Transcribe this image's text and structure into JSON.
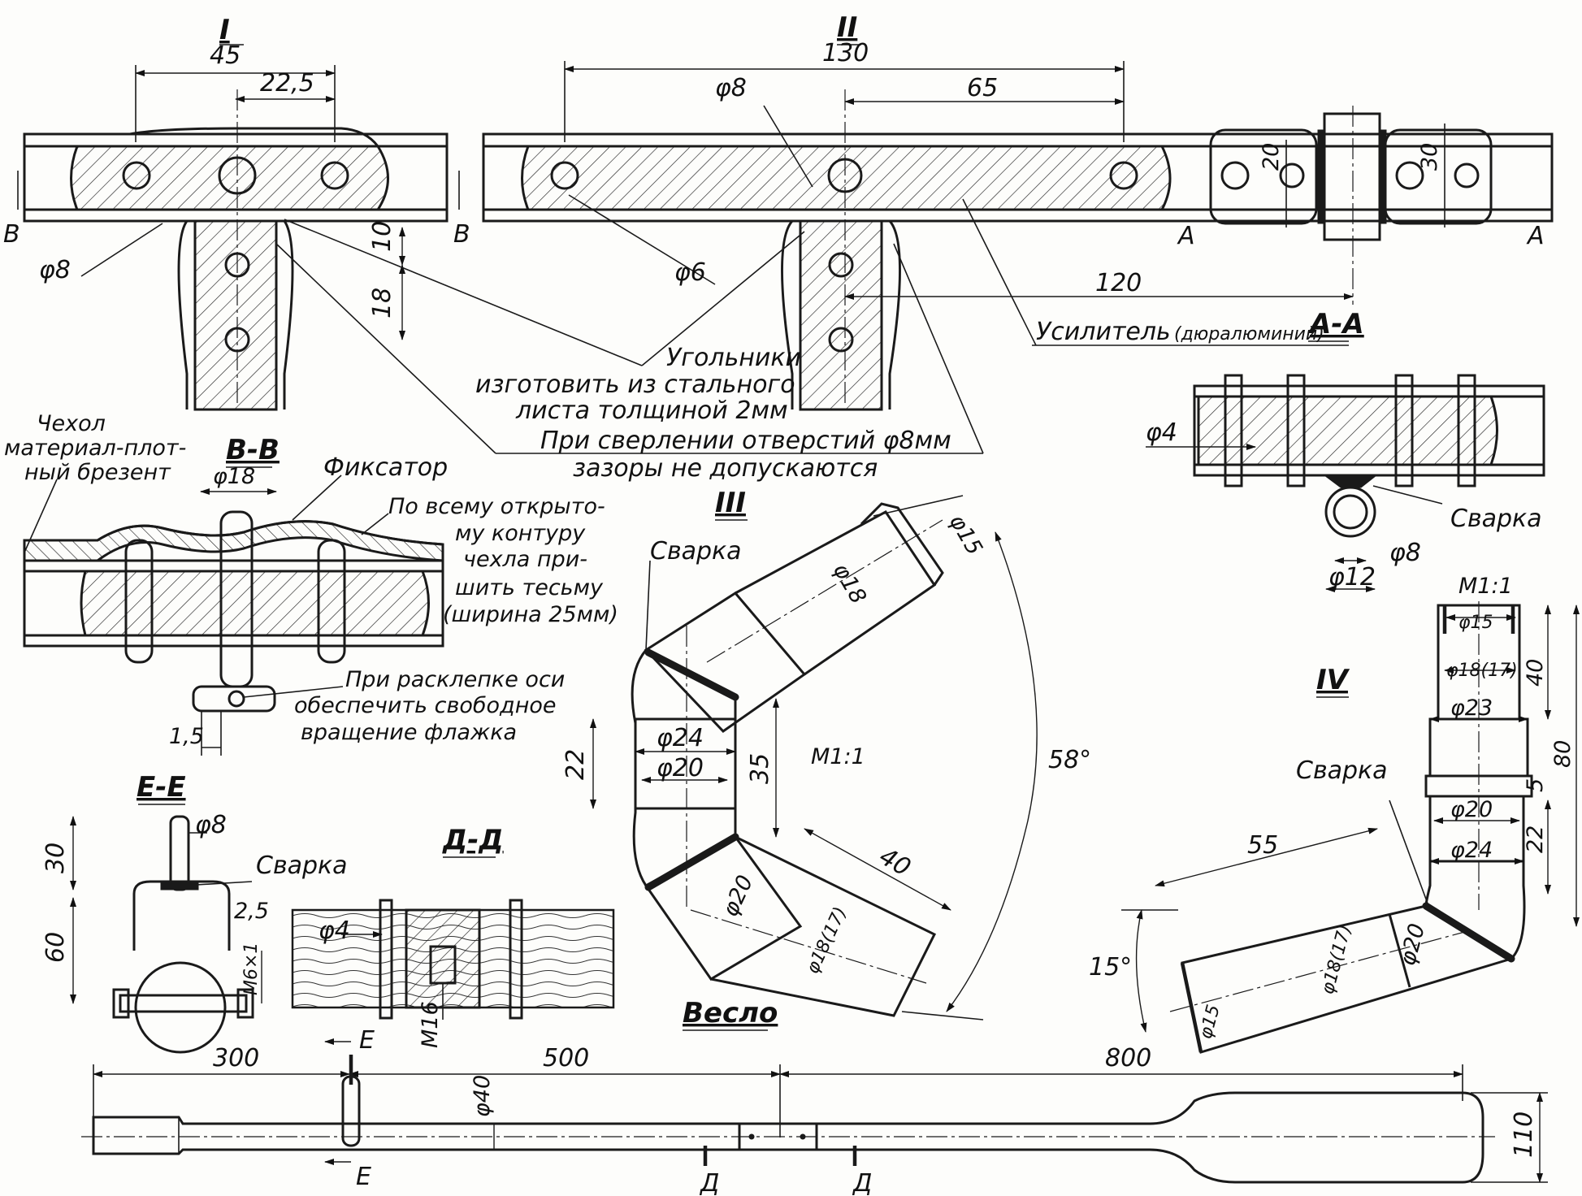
{
  "views": {
    "I": {
      "label": "I",
      "dim_total": "45",
      "dim_half": "22,5",
      "dia_8": "φ8",
      "dim_10": "10",
      "dim_18": "18",
      "section_left": "B",
      "section_right": "B"
    },
    "II": {
      "label": "II",
      "dim_total": "130",
      "dim_half": "65",
      "dia_8": "φ8",
      "dia_6": "φ6",
      "dim_120": "120",
      "dim_20": "20",
      "dim_30": "30",
      "section_left": "A",
      "section_right": "A"
    },
    "notes": {
      "corners_1": "Угольники",
      "corners_2": "изготовить из стального",
      "corners_3": "листа толщиной 2мм",
      "drill_1": "При сверлении отверстий φ8мм",
      "drill_2": "зазоры не допускаются",
      "reinforcer": "Усилитель",
      "reinforcer_material": "(дюралюминий)"
    },
    "AA": {
      "label": "А-А",
      "dia_4": "φ4",
      "weld": "Сварка",
      "dia_8": "φ8",
      "dia_12": "φ12"
    },
    "BB": {
      "label": "В-В",
      "dia_18": "φ18",
      "cover_1": "Чехол",
      "cover_2": "материал-плот-",
      "cover_3": "ный брезент",
      "latch": "Фиксатор",
      "sew_1": "По всему открыто-",
      "sew_2": "му контуру",
      "sew_3": "чехла при-",
      "sew_4": "шить тесьму",
      "sew_5": "(ширина 25мм)",
      "rivet_1": "При расклепке оси",
      "rivet_2": "обеспечить свободное",
      "rivet_3": "вращение флажка",
      "dim_15": "1,5"
    },
    "III": {
      "label": "III",
      "weld": "Сварка",
      "dia_15": "φ15",
      "dia_18": "φ18",
      "dia_24": "φ24",
      "dia_20": "φ20",
      "dim_22": "22",
      "dim_35": "35",
      "scale": "M1:1",
      "angle": "58°",
      "dim_40": "40",
      "dia_20b": "φ20",
      "dia_18_17": "φ18(17)"
    },
    "IV": {
      "label": "IV",
      "scale": "M1:1",
      "dia_15": "φ15",
      "dia_18_17": "φ18(17)",
      "dia_23": "φ23",
      "dim_40": "40",
      "dim_80": "80",
      "dim_5": "5",
      "dia_20": "φ20",
      "dia_24": "φ24",
      "dim_22": "22",
      "weld": "Сварка",
      "dim_55": "55",
      "angle": "15°",
      "dia_18_17b": "φ18(17)",
      "dia_20b": "φ20",
      "dia_15b": "φ15"
    },
    "EE": {
      "label": "Е-Е",
      "dia_8": "φ8",
      "dim_30": "30",
      "weld": "Сварка",
      "dim_25": "2,5",
      "dim_60": "60",
      "thread": "M6×1"
    },
    "DD": {
      "label": "Д-Д",
      "dia_4": "φ4",
      "thread": "M16"
    },
    "oar": {
      "label": "Весло",
      "dim_300": "300",
      "dim_500": "500",
      "dim_800": "800",
      "dia_40": "φ40",
      "dim_110": "110",
      "section_E": "Е",
      "section_D": "Д"
    }
  }
}
